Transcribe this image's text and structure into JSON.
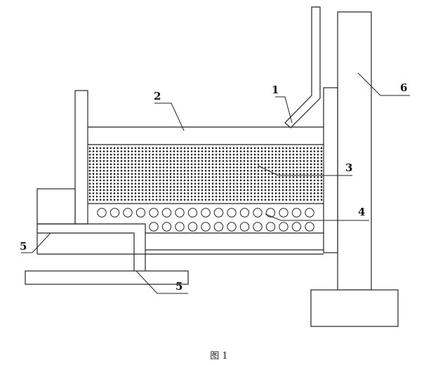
{
  "labels": [
    {
      "id": "1",
      "text": "1"
    },
    {
      "id": "2",
      "text": "2"
    },
    {
      "id": "3",
      "text": "3"
    },
    {
      "id": "4",
      "text": "4"
    },
    {
      "id": "5a",
      "text": "5"
    },
    {
      "id": "5b",
      "text": "5"
    },
    {
      "id": "6",
      "text": "6"
    }
  ],
  "caption": "图 1"
}
